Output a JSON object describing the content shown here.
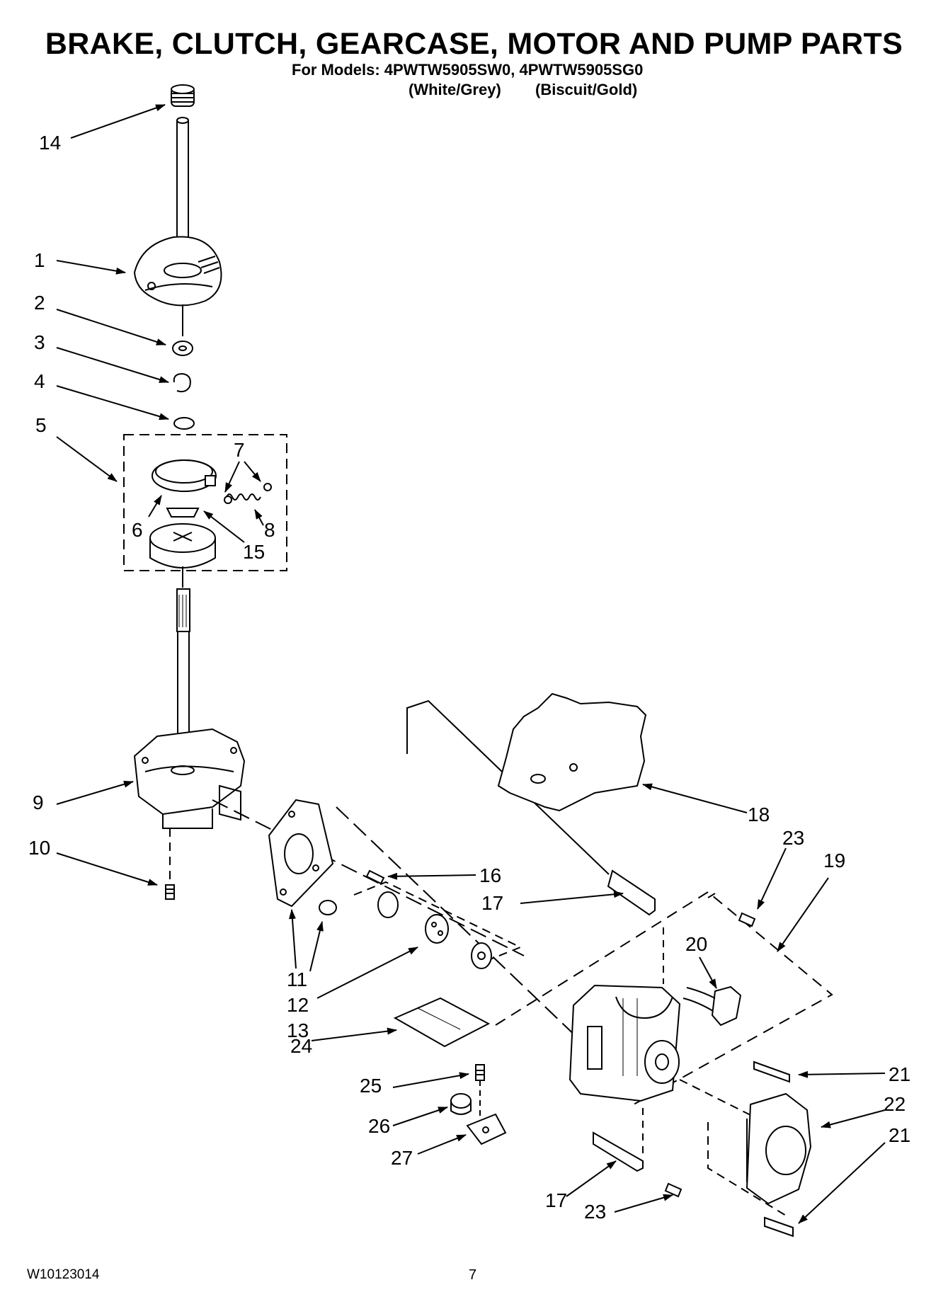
{
  "header": {
    "title": "BRAKE, CLUTCH, GEARCASE, MOTOR AND PUMP PARTS",
    "models_line": "For Models: 4PWTW5905SW0, 4PWTW5905SG0",
    "color_white_grey": "(White/Grey)",
    "color_biscuit_gold": "(Biscuit/Gold)"
  },
  "callouts": {
    "c1": "1",
    "c2": "2",
    "c3": "3",
    "c4": "4",
    "c5": "5",
    "c6": "6",
    "c7": "7",
    "c8": "8",
    "c9": "9",
    "c10": "10",
    "c11": "11",
    "c12": "12",
    "c13": "13",
    "c14": "14",
    "c15": "15",
    "c16": "16",
    "c17a": "17",
    "c17b": "17",
    "c18": "18",
    "c19": "19",
    "c20": "20",
    "c21a": "21",
    "c21b": "21",
    "c22": "22",
    "c23a": "23",
    "c23b": "23",
    "c24": "24",
    "c25": "25",
    "c26": "26",
    "c27": "27"
  },
  "footer": {
    "doc_number": "W10123014",
    "page_number": "7"
  }
}
